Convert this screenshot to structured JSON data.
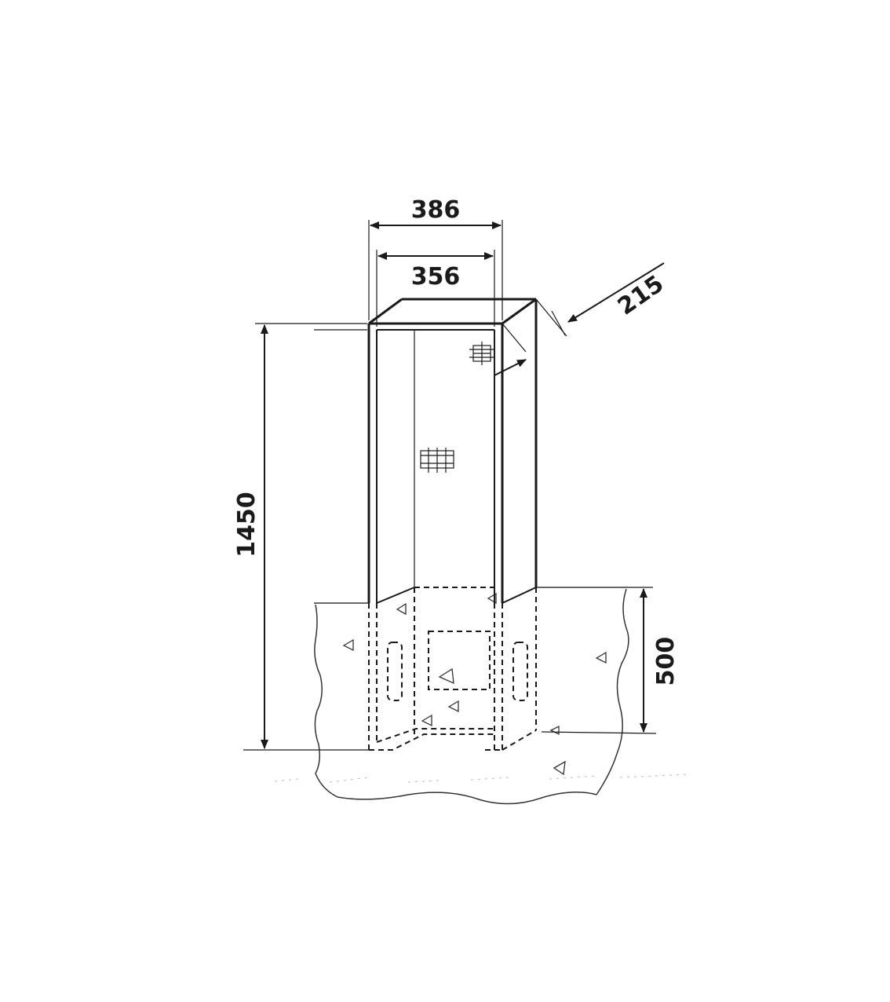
{
  "dimensions": {
    "outer_width": "386",
    "inner_width": "356",
    "depth": "215",
    "total_height": "1450",
    "embedment_depth": "500"
  }
}
